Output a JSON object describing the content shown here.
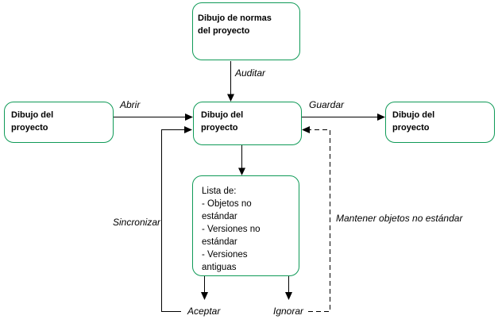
{
  "diagram": {
    "nodes": {
      "standards": {
        "lines": [
          "Dibujo de normas",
          "del proyecto"
        ]
      },
      "source": {
        "lines": [
          "Dibujo del",
          "proyecto"
        ]
      },
      "working": {
        "lines": [
          "Dibujo del",
          "proyecto"
        ]
      },
      "output": {
        "lines": [
          "Dibujo del",
          "proyecto"
        ]
      },
      "list": {
        "lines": [
          "Lista de:",
          "- Objetos no",
          "estándar",
          "- Versiones no",
          "estándar",
          "- Versiones",
          "antiguas"
        ]
      }
    },
    "labels": {
      "auditar": "Auditar",
      "abrir": "Abrir",
      "guardar": "Guardar",
      "sincronizar": "Sincronizar",
      "aceptar": "Aceptar",
      "ignorar": "Ignorar",
      "mantener": "Mantener objetos no estándar"
    },
    "colors": {
      "node_border": "#0f9a57",
      "connector": "#000000",
      "text": "#000000",
      "background": "#ffffff"
    }
  }
}
